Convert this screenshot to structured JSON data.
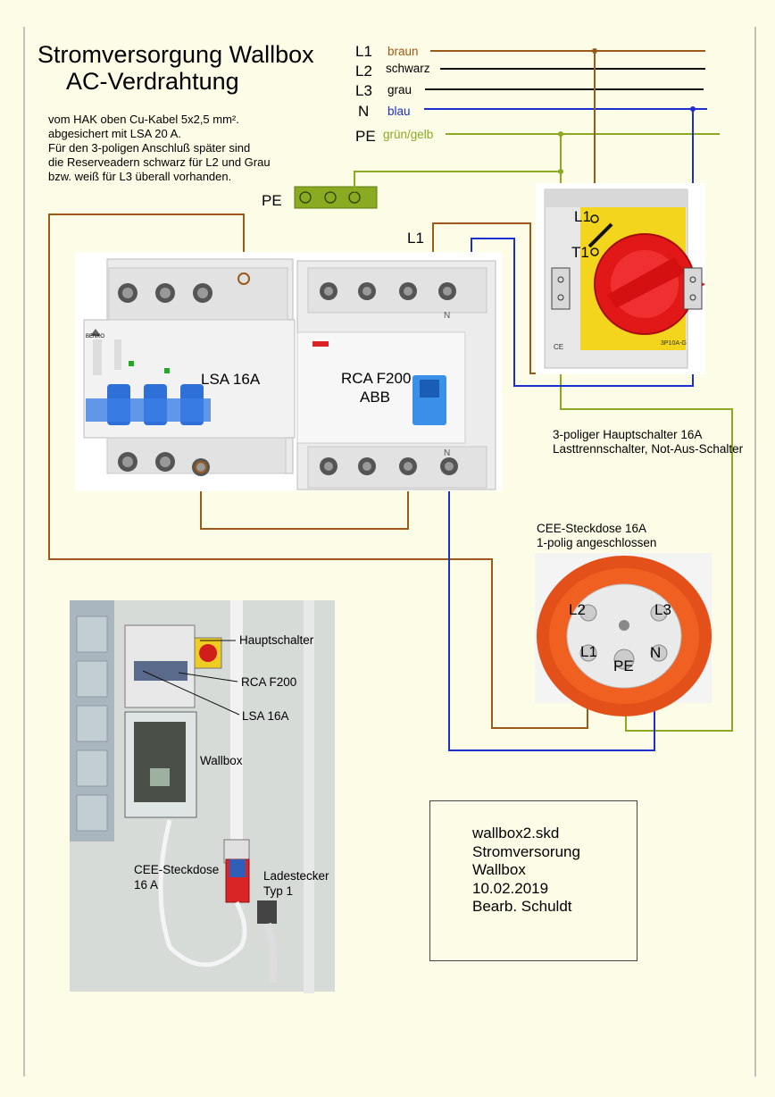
{
  "title": {
    "line1": "Stromversorgung Wallbox",
    "line2": "AC-Verdrahtung"
  },
  "description": [
    "vom HAK oben Cu-Kabel 5x2,5 mm².",
    "abgesichert mit LSA 20 A.",
    "Für den 3-poligen Anschluß später sind",
    "die Reserveadern schwarz für L2 und Grau",
    "bzw. weiß für L3 überall vorhanden."
  ],
  "bus_lines": [
    {
      "phase": "L1",
      "color_name": "braun",
      "color": "#9b5a1a"
    },
    {
      "phase": "L2",
      "color_name": "schwarz",
      "color": "#111111"
    },
    {
      "phase": "L3",
      "color_name": "grau",
      "color": "#111111"
    },
    {
      "phase": "N",
      "color_name": "blau",
      "color": "#1a2fd0"
    },
    {
      "phase": "PE",
      "color_name": "grün/gelb",
      "color": "#8aaa22"
    }
  ],
  "pe_bar_label": "PE",
  "l1_wire_label": "L1",
  "devices": {
    "lsa": "LSA 16A",
    "rca_line1": "RCA F200",
    "rca_line2": "ABB",
    "lsa_brand": "BENKO",
    "rcd_n_top": "N",
    "rcd_n_bottom": "N",
    "switch_l1": "L1",
    "switch_t1": "T1",
    "switch_ce": "CE",
    "switch_model": "3P10A-G",
    "hauptschalter_line1": "3-poliger Hauptschalter 16A",
    "hauptschalter_line2": "Lasttrennschalter, Not-Aus-Schalter",
    "cee_line1": "CEE-Steckdose 16A",
    "cee_line2": "1-polig angeschlossen"
  },
  "cee_pins": [
    "L2",
    "L3",
    "L1",
    "PE",
    "N"
  ],
  "photo_labels": {
    "hauptschalter": "Hauptschalter",
    "rca": "RCA F200",
    "lsa": "LSA 16A",
    "wallbox": "Wallbox",
    "cee_line1": "CEE-Steckdose",
    "cee_line2": "16 A",
    "lade_line1": "Ladestecker",
    "lade_line2": "Typ 1"
  },
  "infobox": [
    "wallbox2.skd",
    "Stromversorung",
    "Wallbox",
    "10.02.2019",
    "Bearb. Schuldt"
  ]
}
